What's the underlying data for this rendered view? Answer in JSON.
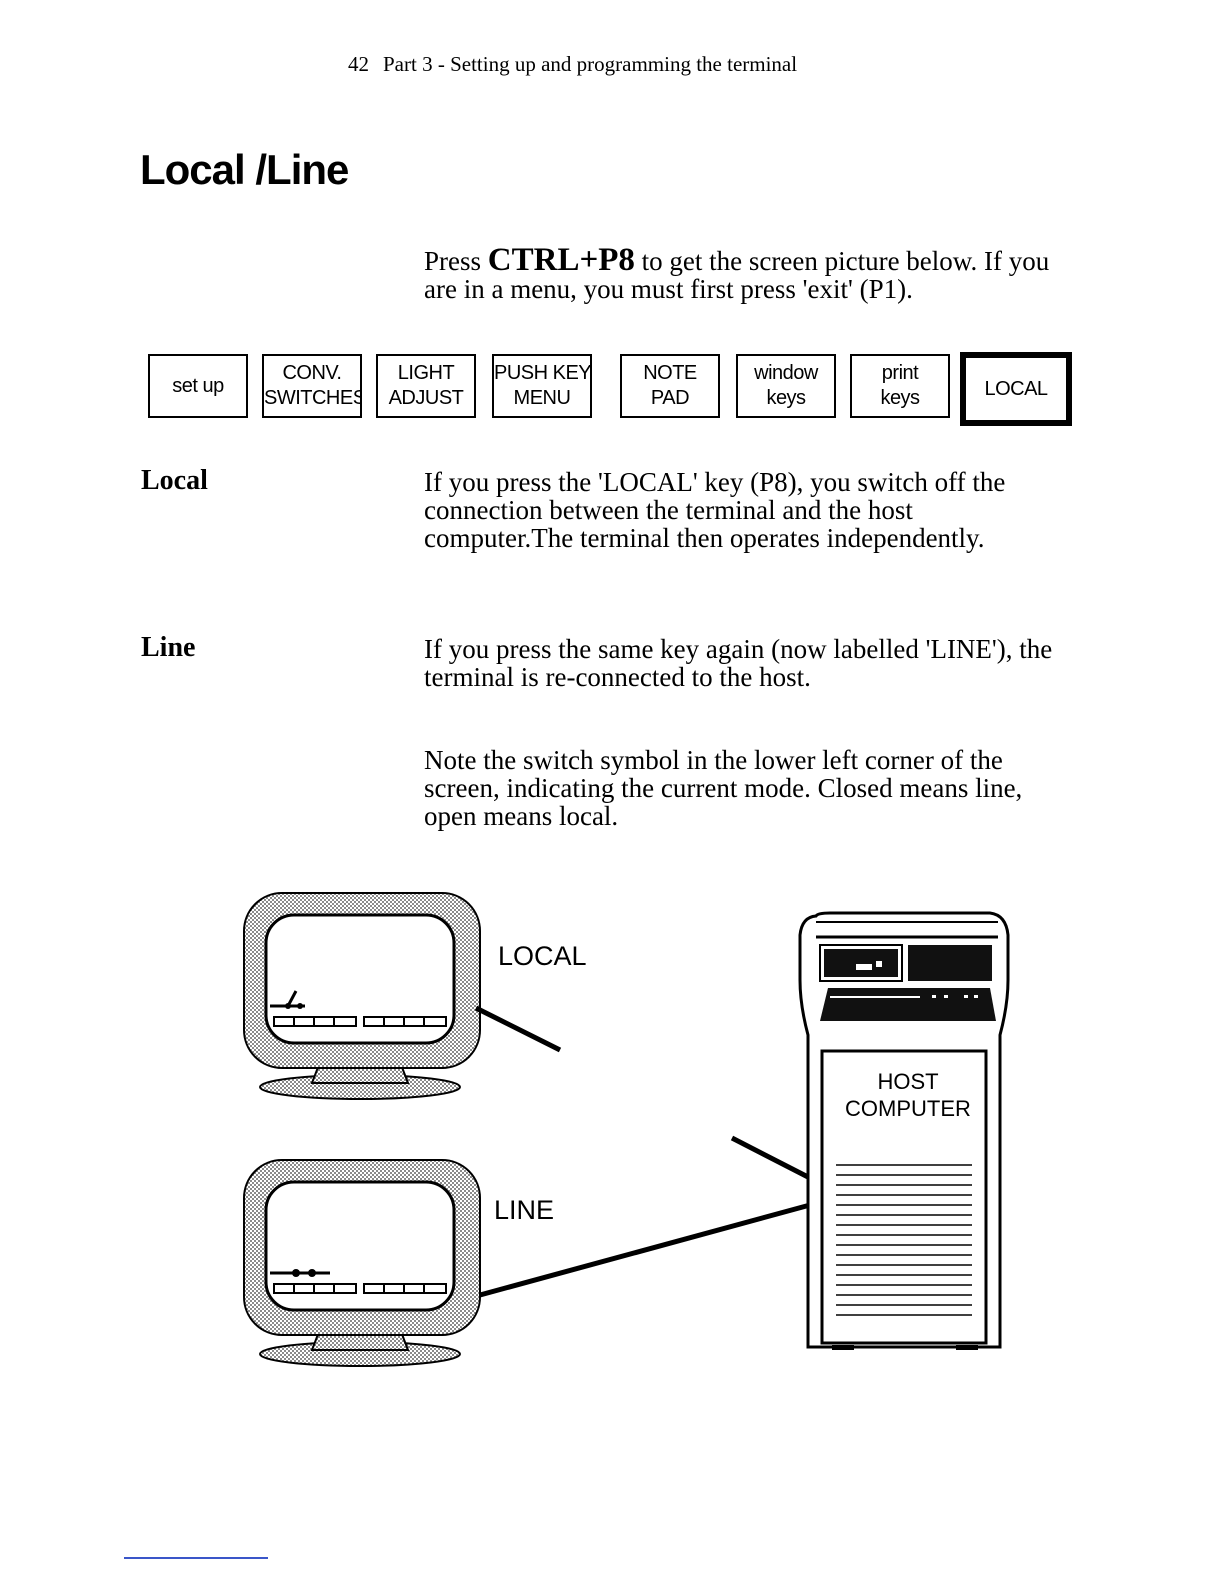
{
  "header": {
    "page_number": "42",
    "running_title": "Part 3 - Setting up and programming the terminal"
  },
  "title": "Local /Line",
  "intro": {
    "before": "Press ",
    "key": "CTRL+P8",
    "after": " to get the screen picture below. If you are in a menu, you must first press 'exit' (P1)."
  },
  "function_keys": [
    {
      "line1": "set up",
      "line2": ""
    },
    {
      "line1": "CONV.",
      "line2": "SWITCHES"
    },
    {
      "line1": "LIGHT",
      "line2": "ADJUST"
    },
    {
      "line1": "PUSH KEY",
      "line2": "MENU"
    },
    {
      "line1": "NOTE",
      "line2": "PAD"
    },
    {
      "line1": "window",
      "line2": "keys"
    },
    {
      "line1": "print",
      "line2": "keys"
    },
    {
      "line1": "LOCAL",
      "line2": "",
      "active": true
    }
  ],
  "sections": {
    "local": {
      "heading": "Local",
      "text": "If you press the 'LOCAL' key (P8), you switch off the connection between the terminal and the host computer.The terminal then operates independently."
    },
    "line": {
      "heading": "Line",
      "text": "If you press the same key again (now labelled 'LINE'), the terminal is re-connected to the host."
    }
  },
  "note": "Note the switch symbol in the lower left corner of the screen, indicating the current mode. Closed means line, open means local.",
  "diagram": {
    "local_label": "LOCAL",
    "line_label": "LINE",
    "host_label_1": "HOST",
    "host_label_2": "COMPUTER"
  }
}
